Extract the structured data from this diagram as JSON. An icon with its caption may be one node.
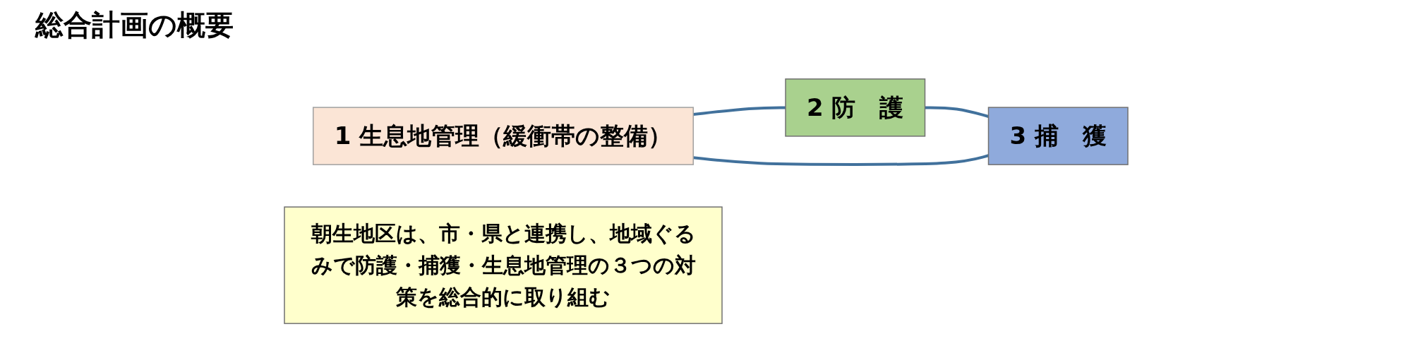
{
  "diagram": {
    "title": "総合計画の概要",
    "nodes": [
      {
        "text": [
          "1 生息地管理（緩衝帯の整備）"
        ]
      },
      {
        "text": [
          "2 防　護"
        ]
      },
      {
        "text": [
          "3 捕　獲"
        ]
      },
      {
        "text": [
          "朝生地区は、市・県と連携し、地域ぐるみで防護・捕獲・生息地管理の３つの対策を総合的に取り組む"
        ]
      }
    ],
    "edges": [
      {
        "from": 0,
        "to": 1,
        "arrow": "none"
      },
      {
        "from": 1,
        "to": 2,
        "arrow": "none"
      },
      {
        "from": 2,
        "to": 0,
        "arrow": "none"
      }
    ]
  }
}
